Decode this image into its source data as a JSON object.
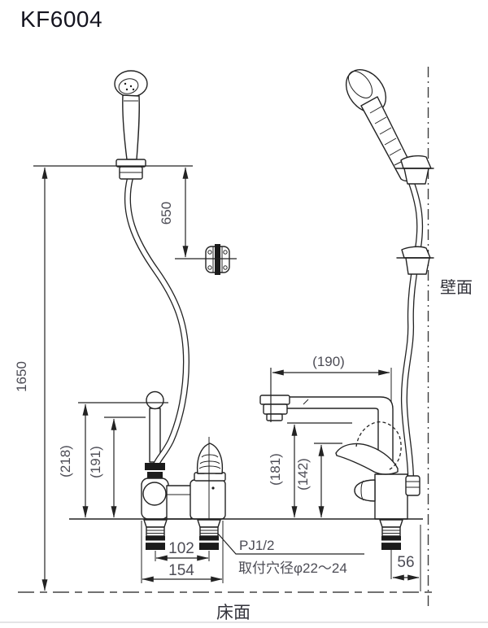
{
  "title": "KF6004",
  "labels": {
    "wall": "壁面",
    "floor": "床面",
    "thread": "PJ1/2",
    "hole_note": "取付穴径φ22～24"
  },
  "dimensions": {
    "overall_height": "1650",
    "holder_offset": "650",
    "spout_reach": "(190)",
    "holder_top_height": "(218)",
    "holder_base_height": "(191)",
    "spout_height": "(181)",
    "handle_height": "(142)",
    "hole_pitch": "102",
    "base_width": "154",
    "wall_clearance": "56"
  },
  "colors": {
    "line": "#232323",
    "dim": "#4c4c55",
    "label": "#33333b",
    "background": "#ffffff"
  }
}
